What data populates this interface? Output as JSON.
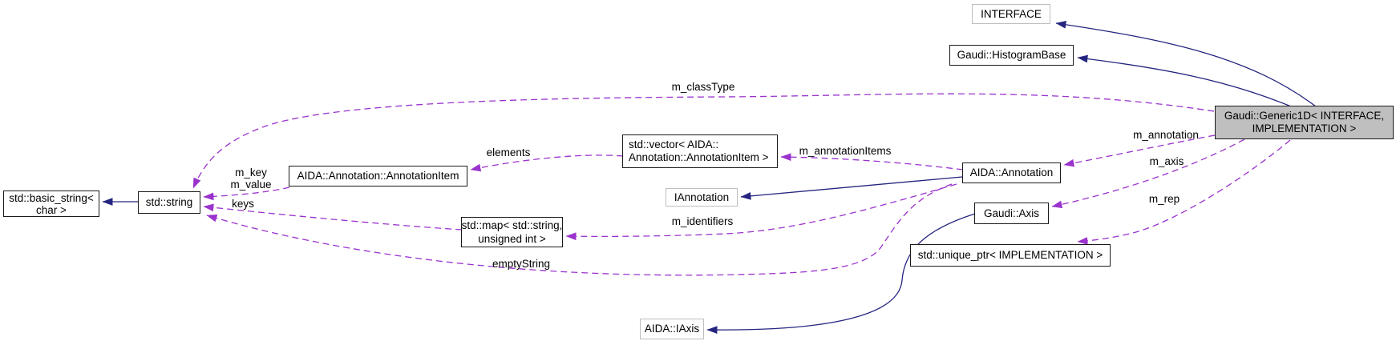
{
  "diagram": {
    "kind": "collaboration-graph",
    "colors": {
      "inheritance_edge": "#252580",
      "usage_edge": "#9a32cd",
      "node_fill": "#ffffff",
      "node_border": "#1a1a1a",
      "external_node_border": "#bebebe",
      "focus_node_fill": "#bfbfbf",
      "background": "#ffffff",
      "label_text": "#000000"
    },
    "nodes": {
      "interface": {
        "lines": [
          "INTERFACE"
        ]
      },
      "histogram_base": {
        "lines": [
          "Gaudi::HistogramBase"
        ]
      },
      "generic1d": {
        "lines": [
          "Gaudi::Generic1D< INTERFACE,",
          "IMPLEMENTATION >"
        ]
      },
      "basic_string": {
        "lines": [
          "std::basic_string<",
          "char >"
        ]
      },
      "std_string": {
        "lines": [
          "std::string"
        ]
      },
      "annotation_item": {
        "lines": [
          "AIDA::Annotation::AnnotationItem"
        ]
      },
      "vector_annotation_item": {
        "lines": [
          "std::vector< AIDA::",
          "Annotation::AnnotationItem >"
        ]
      },
      "iannotation": {
        "lines": [
          "IAnnotation"
        ]
      },
      "map_string_uint": {
        "lines": [
          "std::map< std::string,",
          "unsigned int >"
        ]
      },
      "annotation": {
        "lines": [
          "AIDA::Annotation"
        ]
      },
      "axis": {
        "lines": [
          "Gaudi::Axis"
        ]
      },
      "unique_ptr": {
        "lines": [
          "std::unique_ptr< IMPLEMENTATION >"
        ]
      },
      "iaxis": {
        "lines": [
          "AIDA::IAxis"
        ]
      }
    },
    "edge_labels": {
      "m_classType": "m_classType",
      "m_key": "m_key",
      "m_value": "m_value",
      "keys": "keys",
      "elements": "elements",
      "m_annotationItems": "m_annotationItems",
      "m_identifiers": "m_identifiers",
      "emptyString": "emptyString",
      "m_annotation": "m_annotation",
      "m_axis": "m_axis",
      "m_rep": "m_rep"
    }
  }
}
